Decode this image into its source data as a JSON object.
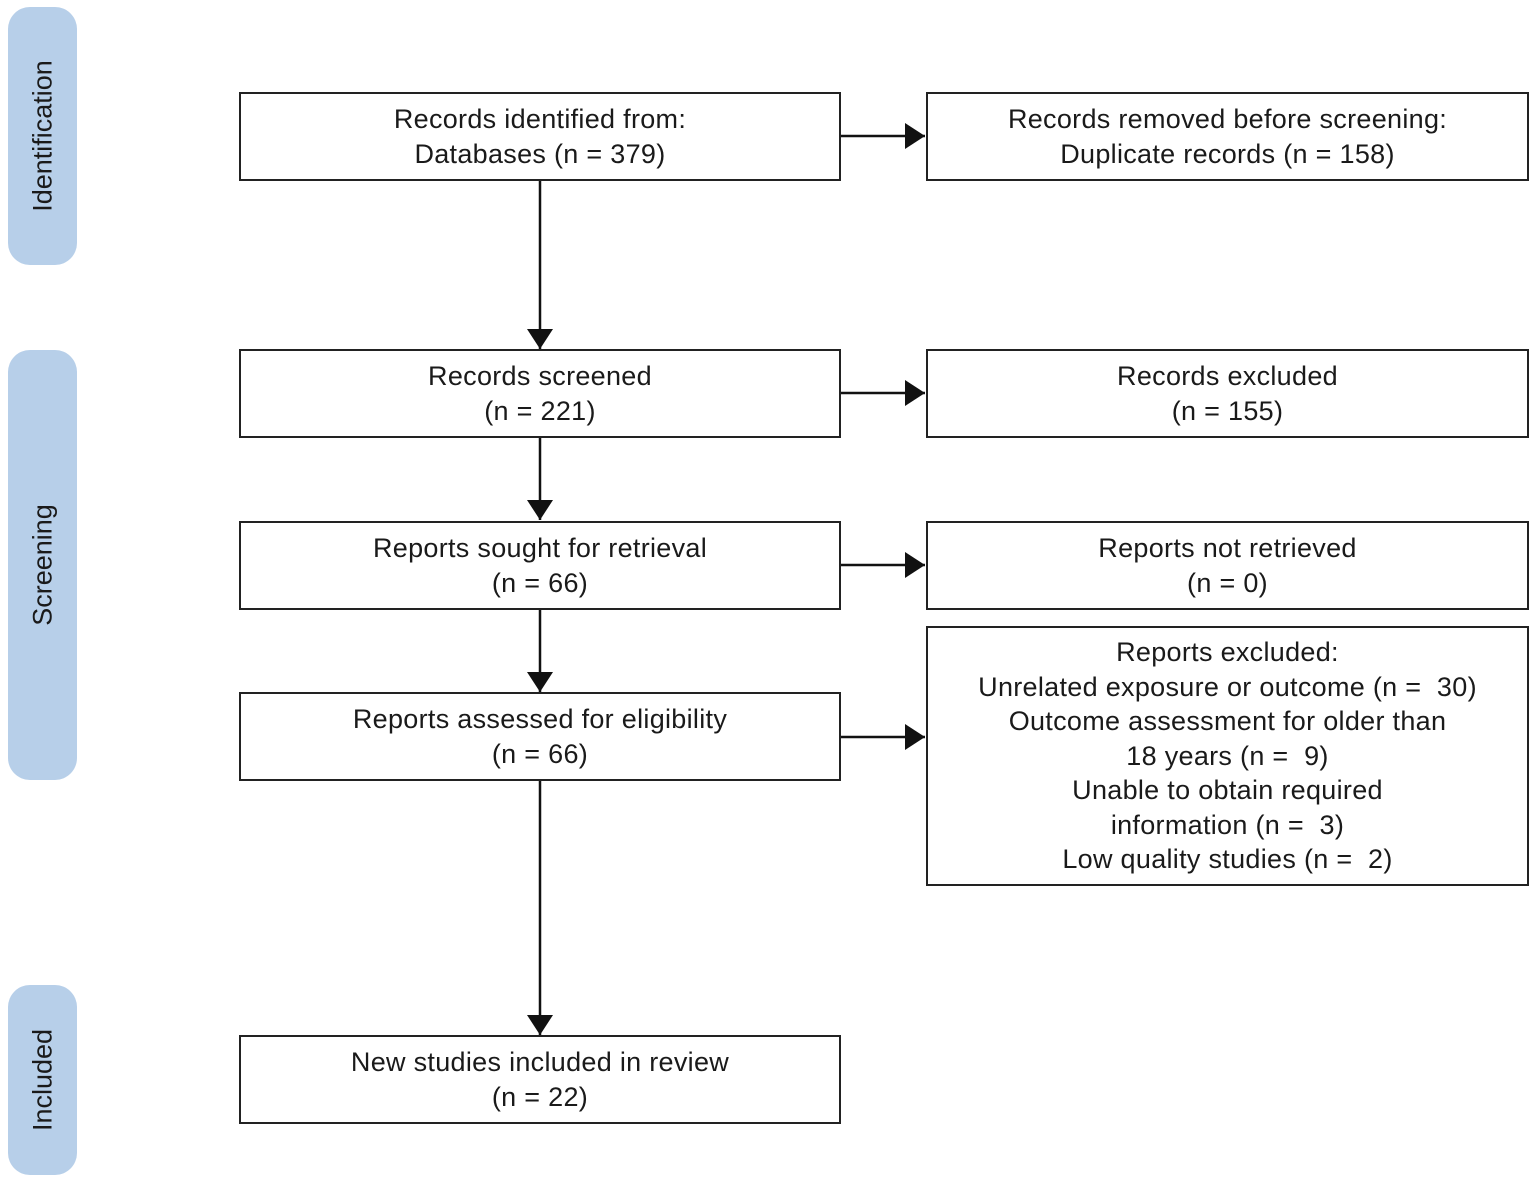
{
  "phases": {
    "identification": "Identification",
    "screening": "Screening",
    "included": "Included"
  },
  "boxes": {
    "identified": [
      "Records identified from:",
      "Databases (n = 379)"
    ],
    "removed": [
      "Records removed before screening:",
      "Duplicate records (n = 158)"
    ],
    "screened": [
      "Records screened",
      "(n = 221)"
    ],
    "excluded": [
      "Records excluded",
      "(n = 155)"
    ],
    "sought": [
      "Reports sought for retrieval",
      "(n = 66)"
    ],
    "not_retrieved": [
      "Reports not retrieved",
      "(n = 0)"
    ],
    "assessed": [
      "Reports assessed for eligibility",
      "(n = 66)"
    ],
    "reports_excluded": [
      "Reports excluded:",
      "Unrelated exposure or outcome (n =  30)",
      "Outcome assessment for older than",
      "18 years (n =  9)",
      "Unable to obtain required",
      "information (n =  3)",
      "Low quality studies (n =  2)"
    ],
    "included": [
      "New studies included in review",
      "(n = 22)"
    ]
  },
  "colors": {
    "phase_fill": "#b7cfe9",
    "box_border": "#222222",
    "arrow": "#111111"
  }
}
